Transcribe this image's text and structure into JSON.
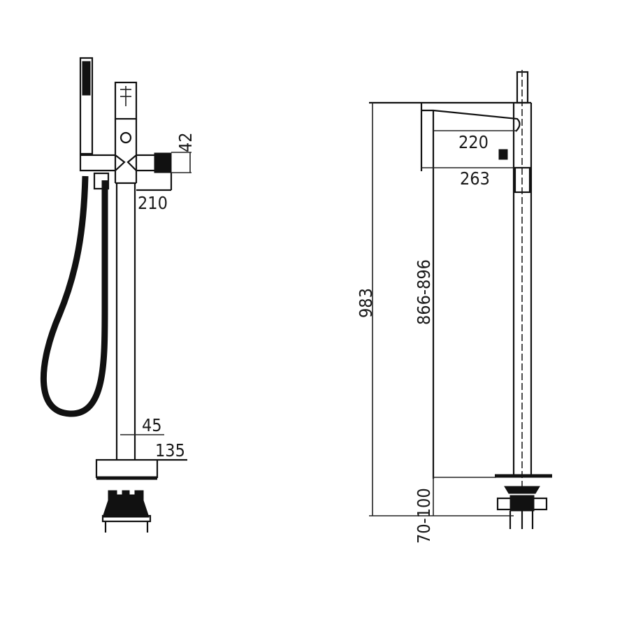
{
  "drawing": {
    "front_view": {
      "dimensions": {
        "handle_height": "42",
        "spout_projection": "210",
        "pipe_diameter": "45",
        "base_diameter": "135"
      }
    },
    "side_view": {
      "dimensions": {
        "spout_reach_inner": "220",
        "spout_reach_outer": "263",
        "total_height": "983",
        "spout_height": "866-896",
        "floor_depth": "70-100"
      }
    },
    "colors": {
      "line": "#111111",
      "background": "#ffffff"
    }
  }
}
